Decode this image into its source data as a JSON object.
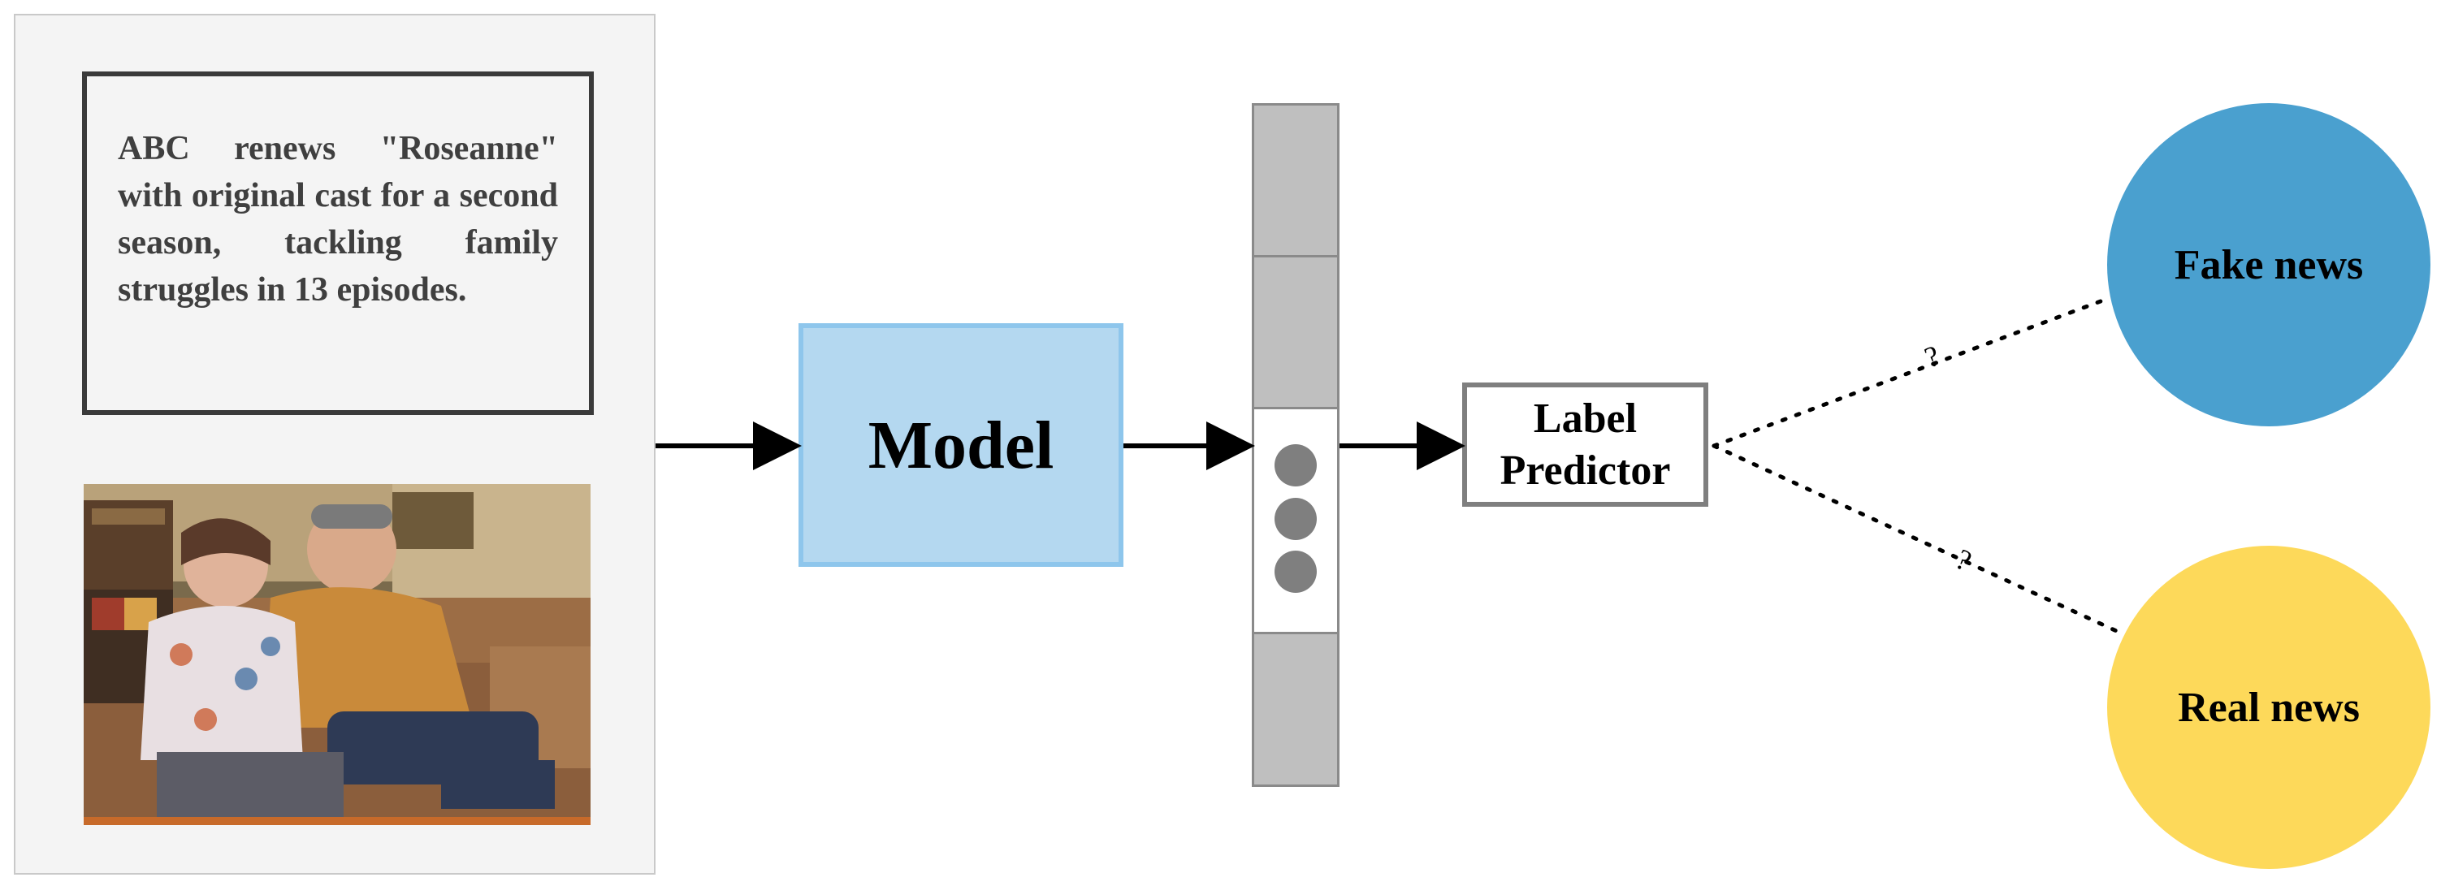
{
  "input": {
    "headline": "ABC renews \"Roseanne\" with original cast for a second season, tackling family struggles in 13 episodes.",
    "photo_icon": "news-photo"
  },
  "model": {
    "label": "Model"
  },
  "feature_vector": {
    "dots": 3
  },
  "predictor": {
    "line1": "Label",
    "line2": "Predictor"
  },
  "outputs": {
    "fake": {
      "label": "Fake news",
      "color": "#4aa0cf"
    },
    "real": {
      "label": "Real news",
      "color": "#fdd95a"
    },
    "edge_mark": "?"
  },
  "colors": {
    "panel_bg": "#f4f4f4",
    "model_fill": "#b4d8f0",
    "model_border": "#8ec6ec",
    "vector_cell": "#bfbfbf",
    "dot": "#7f7f7f"
  }
}
